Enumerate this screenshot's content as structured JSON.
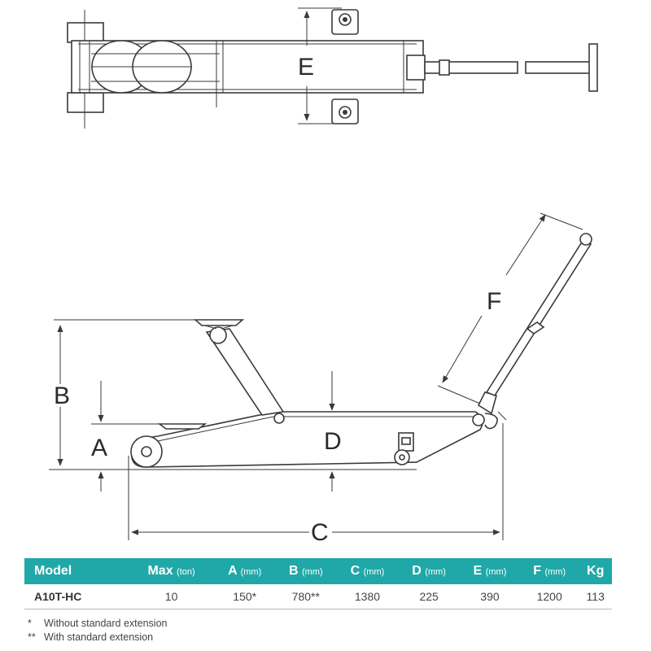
{
  "dimension_labels": {
    "a": "A",
    "b": "B",
    "c": "C",
    "d": "D",
    "e": "E",
    "f": "F"
  },
  "table": {
    "header_color": "#20a8a8",
    "columns": [
      {
        "label": "Model",
        "unit": ""
      },
      {
        "label": "Max",
        "unit": "(ton)"
      },
      {
        "label": "A",
        "unit": "(mm)"
      },
      {
        "label": "B",
        "unit": "(mm)"
      },
      {
        "label": "C",
        "unit": "(mm)"
      },
      {
        "label": "D",
        "unit": "(mm)"
      },
      {
        "label": "E",
        "unit": "(mm)"
      },
      {
        "label": "F",
        "unit": "(mm)"
      },
      {
        "label": "Kg",
        "unit": ""
      }
    ],
    "row": [
      "A10T-HC",
      "10",
      "150*",
      "780**",
      "1380",
      "225",
      "390",
      "1200",
      "113"
    ]
  },
  "footnotes": [
    {
      "marker": "*",
      "text": "Without standard extension"
    },
    {
      "marker": "**",
      "text": "With standard extension"
    }
  ]
}
